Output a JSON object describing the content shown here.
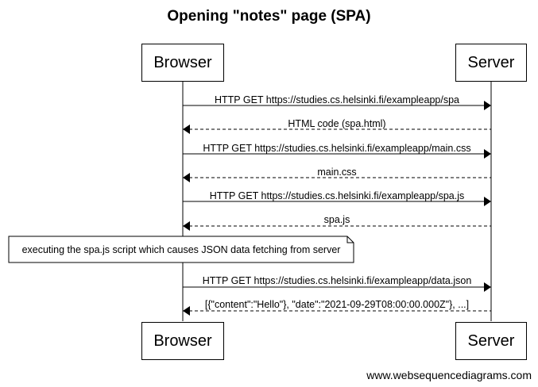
{
  "title": "Opening \"notes\" page (SPA)",
  "participants": {
    "left": "Browser",
    "right": "Server"
  },
  "messages": [
    {
      "from": "Browser",
      "to": "Server",
      "style": "solid",
      "text": "HTTP GET https://studies.cs.helsinki.fi/exampleapp/spa"
    },
    {
      "from": "Server",
      "to": "Browser",
      "style": "dashed",
      "text": "HTML code (spa.html)"
    },
    {
      "from": "Browser",
      "to": "Server",
      "style": "solid",
      "text": "HTTP GET https://studies.cs.helsinki.fi/exampleapp/main.css"
    },
    {
      "from": "Server",
      "to": "Browser",
      "style": "dashed",
      "text": "main.css"
    },
    {
      "from": "Browser",
      "to": "Server",
      "style": "solid",
      "text": "HTTP GET https://studies.cs.helsinki.fi/exampleapp/spa.js"
    },
    {
      "from": "Server",
      "to": "Browser",
      "style": "dashed",
      "text": "spa.js"
    },
    {
      "from": "Browser",
      "to": "Server",
      "style": "solid",
      "text": "HTTP GET https://studies.cs.helsinki.fi/exampleapp/data.json"
    },
    {
      "from": "Server",
      "to": "Browser",
      "style": "dashed",
      "text": "[{\"content\":\"Hello\"}, \"date\":\"2021-09-29T08:00:00.000Z\"}, ...]"
    }
  ],
  "note": "executing the spa.js script which causes JSON data fetching from server",
  "watermark": "www.websequencediagrams.com"
}
